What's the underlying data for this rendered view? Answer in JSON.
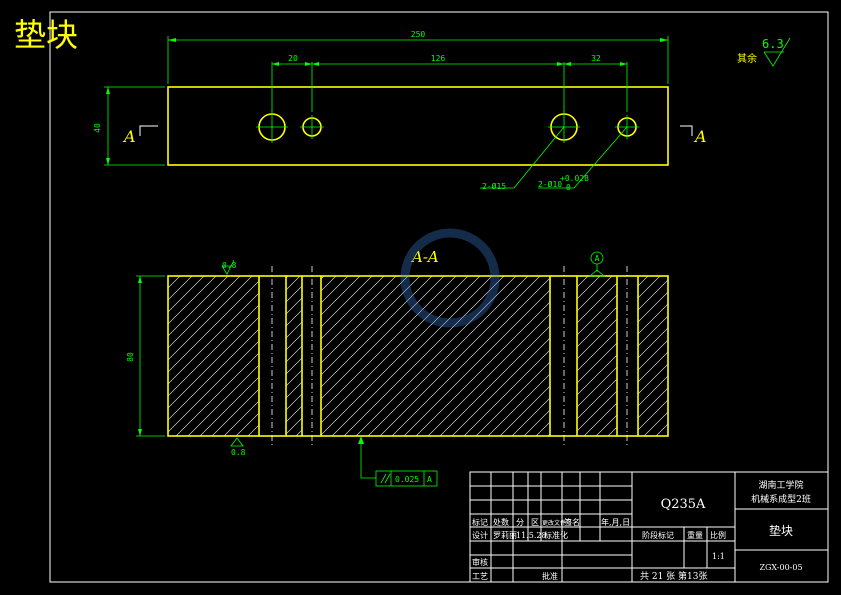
{
  "title": "垫块",
  "top_view": {
    "overall_length": "250",
    "dim_20": "20",
    "dim_126": "126",
    "dim_32": "32",
    "height": "40",
    "hole_large": "2-Ø15",
    "hole_small": "2-Ø10",
    "tol_upper": "+0.028",
    "tol_lower": "0",
    "section_mark": "A"
  },
  "section_view": {
    "label": "A-A",
    "height": "80",
    "roughness_top": "0.8",
    "roughness_bottom": "0.8",
    "datum": "A",
    "parallel_tol": "0.025",
    "parallel_datum": "A"
  },
  "roughness_other": {
    "label": "其余",
    "value": "6.3"
  },
  "title_block": {
    "material": "Q235A",
    "school_line1": "湖南工学院",
    "school_line2": "机械系成型2班",
    "part_name": "垫块",
    "drawing_no": "ZGX-00-05",
    "header_row": [
      "标记",
      "处数",
      "分",
      "区",
      "更改文件号",
      "签名",
      "年,月,日"
    ],
    "design_label": "设计",
    "designer": "罗莉丽",
    "design_date": "11.5.28",
    "standardize": "标准化",
    "stage_label": "阶段标记",
    "weight_label": "重量",
    "scale_label": "比例",
    "scale": "1:1",
    "review": "审核",
    "process": "工艺",
    "approve": "批准",
    "sheets": "共 21 张 第13张"
  },
  "colors": {
    "outline": "#ffff00",
    "dimension": "#00ff00",
    "frame": "#ffffff",
    "background": "#000000"
  }
}
